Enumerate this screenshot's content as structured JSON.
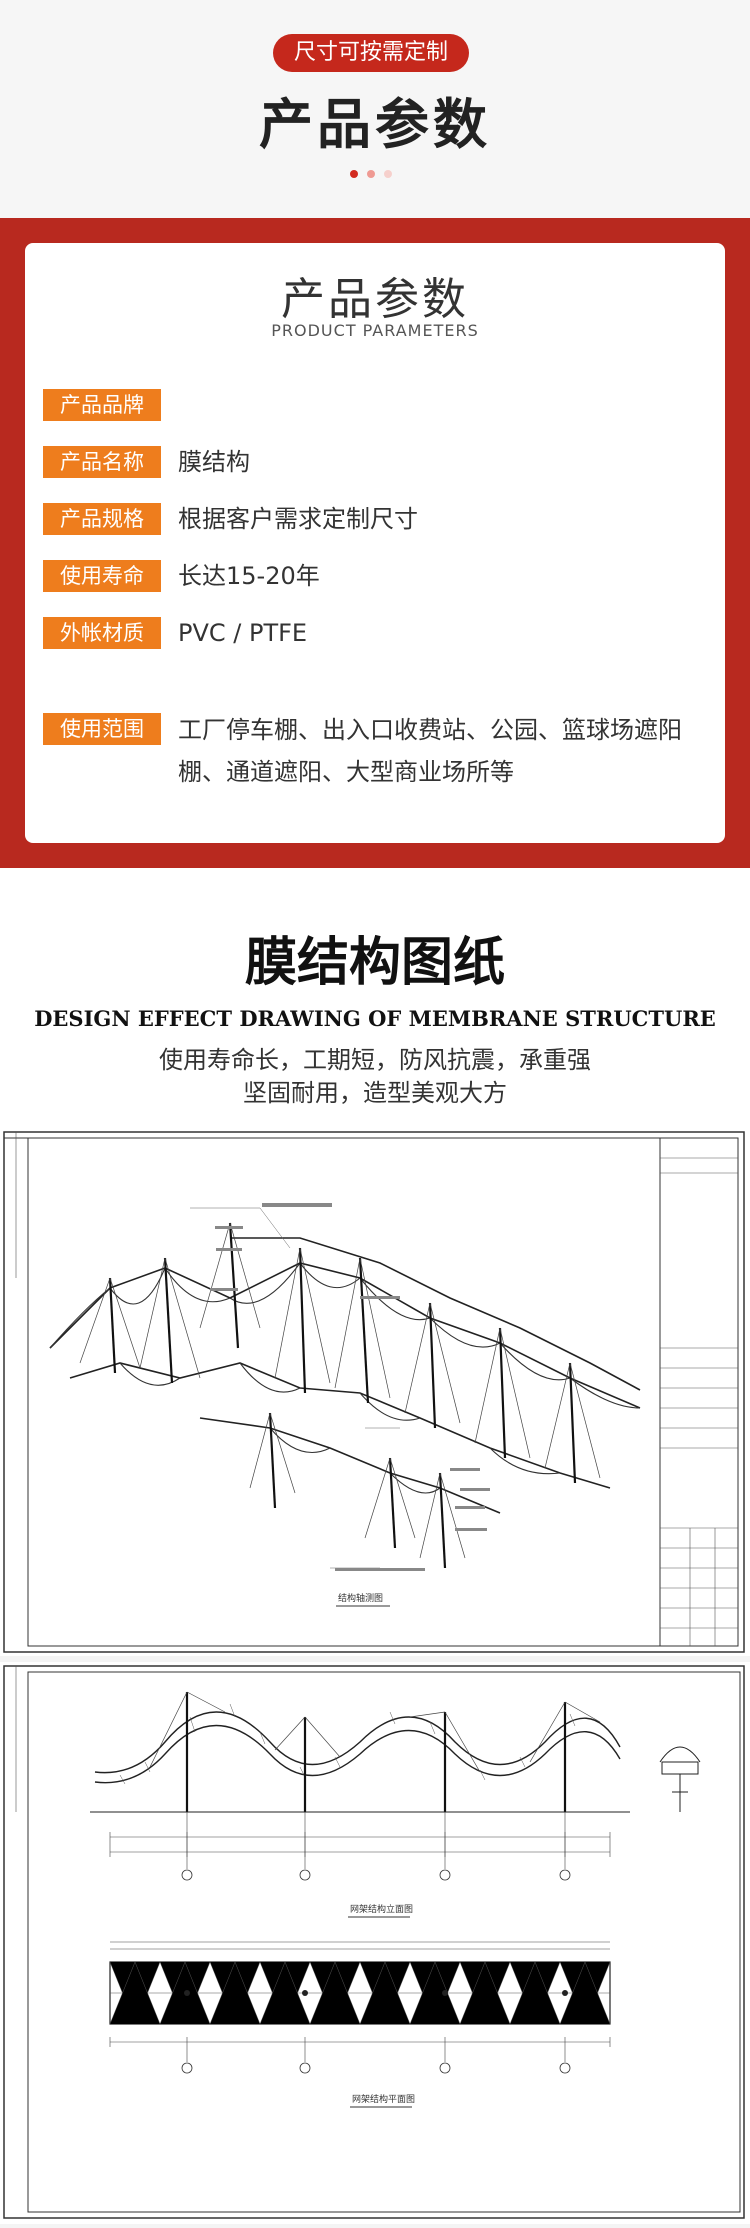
{
  "hero": {
    "badge": "尺寸可按需定制",
    "title": "产品参数"
  },
  "params": {
    "title": "产品参数",
    "subtitle": "PRODUCT PARAMETERS",
    "rows": [
      {
        "label": "产品品牌",
        "value": ""
      },
      {
        "label": "产品名称",
        "value": "膜结构"
      },
      {
        "label": "产品规格",
        "value": "根据客户需求定制尺寸"
      },
      {
        "label": "使用寿命",
        "value": "长达15-20年"
      },
      {
        "label": "外帐材质",
        "value": "PVC / PTFE"
      },
      {
        "label": "使用范围",
        "value": "工厂停车棚、出入口收费站、公园、篮球场遮阳棚、通道遮阳、大型商业场所等"
      }
    ]
  },
  "drawings": {
    "title": "膜结构图纸",
    "title_en": "DESIGN EFFECT DRAWING OF MEMBRANE STRUCTURE",
    "desc_line1": "使用寿命长，工期短，防风抗震，承重强",
    "desc_line2": "坚固耐用，造型美观大方",
    "drawing1_caption": "结构轴测图",
    "drawing2_caption1": "网架结构立面图",
    "drawing2_caption2": "网架结构平面图"
  },
  "colors": {
    "brand_red": "#b8291f",
    "label_orange": "#ee7d1d"
  }
}
